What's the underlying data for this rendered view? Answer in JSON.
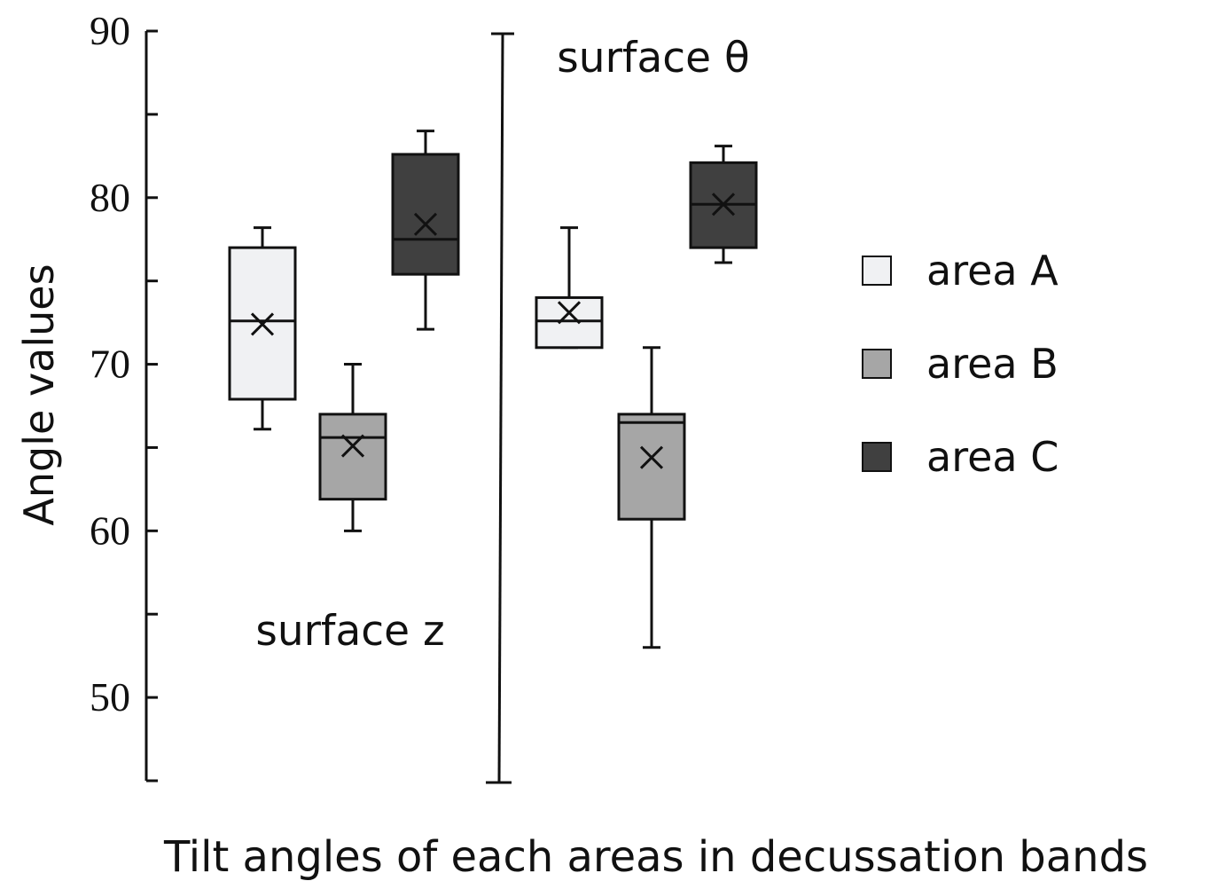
{
  "chart_data": {
    "type": "box",
    "ylabel": "Angle values",
    "xlabel": "Tilt angles of each areas in decussation bands",
    "ylim": [
      45,
      90
    ],
    "yticks": [
      50,
      60,
      70,
      80,
      90
    ],
    "colors": {
      "area A": "#f0f1f3",
      "area B": "#a6a6a6",
      "area C": "#404040"
    },
    "legend": {
      "position": "right",
      "entries": [
        "area A",
        "area B",
        "area C"
      ]
    },
    "panels": [
      {
        "label": "surface z",
        "boxes": [
          {
            "series": "area A",
            "min": 66.1,
            "q1": 67.9,
            "median": 72.6,
            "mean": 72.4,
            "q3": 77.0,
            "max": 78.2
          },
          {
            "series": "area B",
            "min": 60.0,
            "q1": 61.9,
            "median": 65.6,
            "mean": 65.1,
            "q3": 67.0,
            "max": 70.0
          },
          {
            "series": "area C",
            "min": 72.1,
            "q1": 75.4,
            "median": 77.5,
            "mean": 78.4,
            "q3": 82.6,
            "max": 84.0
          }
        ]
      },
      {
        "label": "surface θ",
        "boxes": [
          {
            "series": "area A",
            "min": 71.0,
            "q1": 71.0,
            "median": 72.6,
            "mean": 73.1,
            "q3": 74.0,
            "max": 78.2
          },
          {
            "series": "area B",
            "min": 53.0,
            "q1": 60.7,
            "median": 66.5,
            "mean": 64.4,
            "q3": 67.0,
            "max": 71.0
          },
          {
            "series": "area C",
            "min": 76.1,
            "q1": 77.0,
            "median": 79.6,
            "mean": 79.6,
            "q3": 82.1,
            "max": 83.1
          }
        ]
      }
    ]
  }
}
